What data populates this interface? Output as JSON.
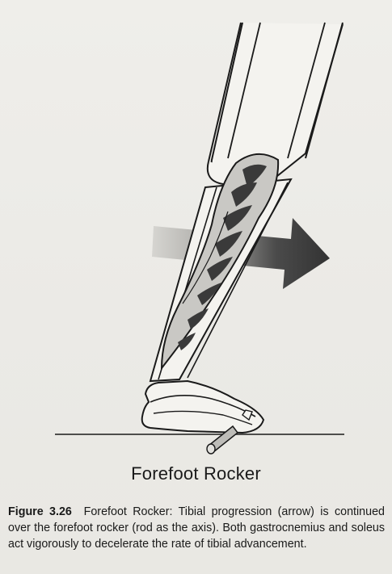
{
  "figure": {
    "panel_label": "Forefoot Rocker",
    "caption_label": "Figure 3.26",
    "caption_text": "Forefoot Rocker: Tibial progression (arrow) is continued over the forefoot rocker (rod as the axis). Both gastrocnemius and soleus act vigorously to decelerate the rate of tibial advancement."
  },
  "colors": {
    "line": "#1a1a1a",
    "limb_fill": "#f4f3ef",
    "muscle_fill": "#c9c8c4",
    "muscle_stripe": "#3a3a3a",
    "arrow_dark": "#3a3a3a",
    "arrow_light": "#b8b7b3",
    "rod_fill": "#bdbcb8"
  }
}
